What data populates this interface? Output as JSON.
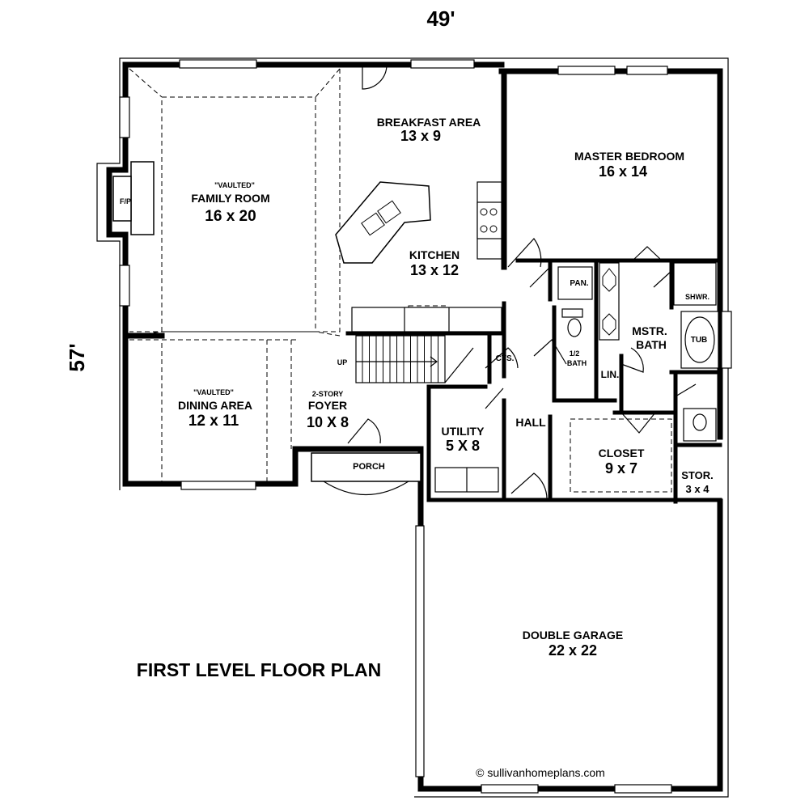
{
  "dimensions": {
    "width": "49'",
    "depth": "57'"
  },
  "plan_title": "FIRST LEVEL FLOOR PLAN",
  "copyright": "© sullivanhomeplans.com",
  "rooms": {
    "breakfast": {
      "name": "BREAKFAST AREA",
      "size": "13 x 9"
    },
    "master_bedroom": {
      "name": "MASTER BEDROOM",
      "size": "16 x 14"
    },
    "family_room": {
      "note": "\"VAULTED\"",
      "name": "FAMILY ROOM",
      "size": "16 x 20"
    },
    "kitchen": {
      "name": "KITCHEN",
      "size": "13 x 12"
    },
    "fireplace": {
      "name": "F/P"
    },
    "pantry": {
      "name": "PAN."
    },
    "shower": {
      "name": "SHWR."
    },
    "master_bath": {
      "name_line1": "MSTR.",
      "name_line2": "BATH"
    },
    "tub": {
      "name": "TUB"
    },
    "stairs_up": {
      "name": "UP"
    },
    "closets": {
      "name": "CTS."
    },
    "half_bath": {
      "name_line1": "1/2",
      "name_line2": "BATH"
    },
    "linen": {
      "name": "LIN."
    },
    "dining": {
      "note": "\"VAULTED\"",
      "name": "DINING AREA",
      "size": "12 x 11"
    },
    "foyer": {
      "note": "2-STORY",
      "name": "FOYER",
      "size": "10 X 8"
    },
    "utility": {
      "name": "UTILITY",
      "size": "5 X 8"
    },
    "hall": {
      "name": "HALL"
    },
    "closet": {
      "name": "CLOSET",
      "size": "9 x 7"
    },
    "storage": {
      "name": "STOR.",
      "size": "3 x 4"
    },
    "porch": {
      "name": "PORCH"
    },
    "garage": {
      "name": "DOUBLE GARAGE",
      "size": "22 x 22"
    }
  }
}
